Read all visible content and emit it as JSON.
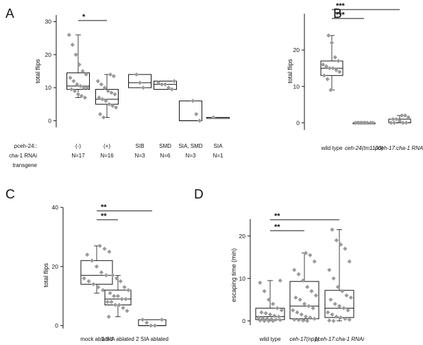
{
  "chart_data": [
    {
      "panel": "A",
      "type": "box",
      "ylabel": "total flips",
      "ylim": [
        -2,
        32
      ],
      "yticks": [
        0,
        10,
        20,
        30
      ],
      "row_labels": [
        "pceh-24::",
        "cha-1 RNAi",
        "transgene"
      ],
      "categories": [
        {
          "label": "(-)",
          "n": "N=17",
          "stats": {
            "min": 7,
            "q1": 9.5,
            "median": 10.5,
            "q3": 14.5,
            "max": 26
          },
          "points": [
            26,
            23,
            20,
            17,
            15,
            14,
            13,
            12,
            11,
            10.5,
            10,
            10,
            9.5,
            9,
            8,
            7.5,
            7
          ]
        },
        {
          "label": "(+)",
          "n": "N=16",
          "stats": {
            "min": 1,
            "q1": 5,
            "median": 6.5,
            "q3": 9.5,
            "max": 14
          },
          "points": [
            14,
            13.5,
            12,
            11,
            10,
            9,
            8.5,
            8,
            7,
            6.5,
            6,
            5,
            4.5,
            4,
            2,
            1
          ]
        },
        {
          "label": "SIB",
          "n": "N=3",
          "stats": {
            "min": 10,
            "q1": 10,
            "median": 11.5,
            "q3": 14,
            "max": 14
          },
          "points": [
            14,
            11.5,
            10
          ]
        },
        {
          "label": "SMD",
          "n": "N=6",
          "stats": {
            "min": 9.5,
            "q1": 9.5,
            "median": 11,
            "q3": 12,
            "max": 12
          },
          "points": [
            12,
            11.5,
            11,
            11,
            10,
            9.5
          ]
        },
        {
          "label": "SIA, SMD",
          "n": "N=3",
          "stats": {
            "min": 0,
            "q1": 0,
            "median": 0,
            "q3": 6,
            "max": 6
          },
          "points": [
            6,
            2,
            0
          ]
        },
        {
          "label": "SIA",
          "n": "N=1",
          "stats": {
            "min": 1,
            "q1": 1,
            "median": 1,
            "q3": 1,
            "max": 1
          },
          "points": [
            1
          ]
        }
      ],
      "significance": [
        {
          "from": 0,
          "to": 1,
          "label": "*"
        }
      ]
    },
    {
      "panel": "B",
      "type": "box",
      "ylabel": "total flips",
      "ylim": [
        -2,
        30
      ],
      "yticks": [
        0,
        10,
        20
      ],
      "categories": [
        {
          "label": "wild type",
          "stats": {
            "min": 9,
            "q1": 13,
            "median": 15,
            "q3": 17,
            "max": 24
          },
          "points": [
            24,
            22,
            18,
            17,
            16,
            15.5,
            15,
            15,
            14.5,
            14,
            13,
            12,
            9
          ]
        },
        {
          "label": "ceh-24(tm1103)",
          "stats": {
            "min": 0,
            "q1": 0,
            "median": 0,
            "q3": 0,
            "max": 0
          },
          "points": [
            0,
            0,
            0,
            0,
            0,
            0,
            0,
            0,
            0,
            0
          ]
        },
        {
          "label": "pceh-17:cha-1 RNAi",
          "stats": {
            "min": 0,
            "q1": 0,
            "median": 0,
            "q3": 1,
            "max": 2
          },
          "points": [
            2,
            2,
            1.5,
            1,
            1,
            0.5,
            0,
            0,
            0,
            0
          ]
        }
      ],
      "significance": [
        {
          "from": 0,
          "to": 1,
          "label": "***"
        },
        {
          "from": 0,
          "to": 2,
          "label": "***"
        }
      ]
    },
    {
      "panel": "C",
      "type": "box",
      "ylabel": "total flips",
      "ylim": [
        -1,
        40
      ],
      "yticks": [
        0,
        20,
        40
      ],
      "categories": [
        {
          "label": "mock ablated",
          "stats": {
            "min": 11,
            "q1": 14,
            "median": 17,
            "q3": 22,
            "max": 27
          },
          "points": [
            27,
            26,
            25,
            24,
            22,
            20,
            18,
            17,
            16,
            15,
            14,
            13,
            12,
            11
          ]
        },
        {
          "label": "1 SIA ablated",
          "stats": {
            "min": 3,
            "q1": 7,
            "median": 9,
            "q3": 12,
            "max": 17
          },
          "points": [
            17,
            16,
            15,
            13,
            12,
            11,
            10,
            10,
            9,
            9,
            8,
            8,
            7,
            7,
            6,
            5,
            3
          ]
        },
        {
          "label": "2 SIA ablated",
          "stats": {
            "min": 0,
            "q1": 0,
            "median": 0,
            "q3": 2,
            "max": 2
          },
          "points": [
            2,
            2,
            1,
            0,
            0
          ]
        }
      ],
      "significance": [
        {
          "from": 0,
          "to": 1,
          "label": "**"
        },
        {
          "from": 0,
          "to": 2,
          "label": "**"
        }
      ]
    },
    {
      "panel": "D",
      "type": "box",
      "ylabel": "escaping time (min)",
      "ylim": [
        -1,
        24
      ],
      "yticks": [
        0,
        10,
        20
      ],
      "categories": [
        {
          "label": "wild type",
          "stats": {
            "min": 0,
            "q1": 0.3,
            "median": 1,
            "q3": 3,
            "max": 9.5
          },
          "points": [
            9.5,
            9,
            7,
            5,
            4,
            3,
            2.5,
            2,
            1.8,
            1.5,
            1.2,
            1,
            0.8,
            0.6,
            0.5,
            0.4,
            0.3,
            0.2,
            0.1,
            0,
            0,
            0
          ]
        },
        {
          "label": "ceh-17(np1)",
          "stats": {
            "min": 0,
            "q1": 0.5,
            "median": 3.5,
            "q3": 9.3,
            "max": 16
          },
          "points": [
            16,
            15.5,
            14,
            12,
            11,
            9.5,
            8,
            7,
            6,
            5.5,
            5,
            4,
            3.5,
            3,
            2.5,
            2,
            1.5,
            1,
            0.8,
            0.5,
            0.3,
            0.2,
            0.1,
            0
          ]
        },
        {
          "label": "pceh-17:cha-1 RNAi",
          "stats": {
            "min": 0,
            "q1": 0.8,
            "median": 3,
            "q3": 7.2,
            "max": 21.5
          },
          "points": [
            21.5,
            19,
            18,
            17,
            14,
            12,
            10,
            8,
            7,
            6,
            5.5,
            5,
            4,
            3.5,
            3,
            2.5,
            2,
            1.5,
            1,
            0.8,
            0.5,
            0.3,
            0.1,
            0
          ]
        }
      ],
      "significance": [
        {
          "from": 0,
          "to": 1,
          "label": "**"
        },
        {
          "from": 0,
          "to": 2,
          "label": "**"
        }
      ]
    }
  ],
  "panels": [
    {
      "letter": "A"
    },
    {
      "letter": "B"
    },
    {
      "letter": "C"
    },
    {
      "letter": "D"
    }
  ]
}
